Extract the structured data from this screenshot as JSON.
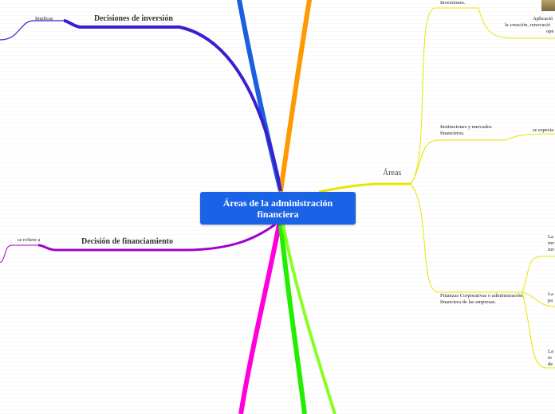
{
  "central_topic": "Áreas de la administración financiera",
  "branches": {
    "investment": {
      "title": "Decisiones de inversión",
      "connector": "Implicas"
    },
    "financing": {
      "title": "Decisión de financiamiento",
      "connector": "se refiere a"
    },
    "areas": {
      "title": "Áreas",
      "items": [
        {
          "label": "Inversiones."
        },
        {
          "label": "Instituciones y mercados financieros."
        },
        {
          "label": "Finanzas Corporativas o administración financiera de las empresas."
        }
      ],
      "details": {
        "inversiones_text": [
          "Aplicació",
          "la creación, renovació",
          "ope"
        ],
        "instituciones_text": "se especia",
        "corporativas_texts": [
          [
            "La",
            "inv",
            "inv"
          ],
          [
            "La",
            "pa"
          ],
          [
            "La",
            "re",
            "de"
          ]
        ]
      }
    }
  },
  "colors": {
    "central_bg": "#1a63e6",
    "investment_branch": "#3a1fd0",
    "financing_branch": "#a000cc",
    "areas_branch": "#e6e600",
    "blue_branch": "#1a5fe0",
    "orange_branch": "#ff9900",
    "magenta_branch": "#ff00dd",
    "green_branch": "#22ee00",
    "lime_branch": "#88ff22"
  }
}
